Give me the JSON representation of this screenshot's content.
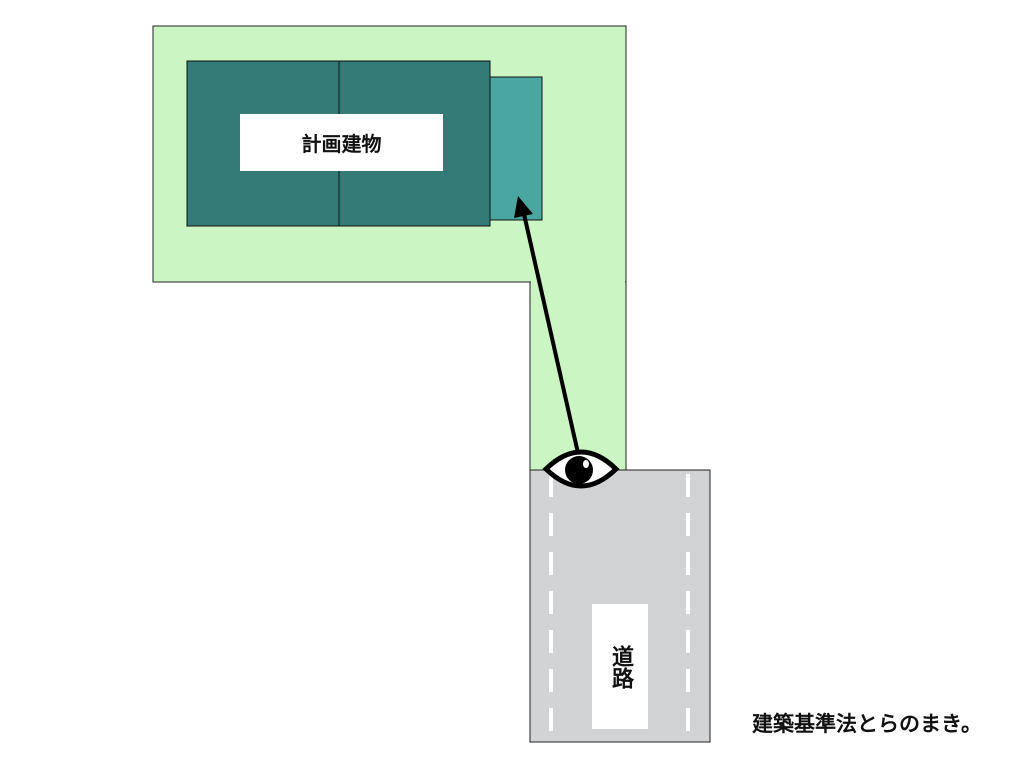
{
  "labels": {
    "building": "計画建物",
    "road": "道路",
    "caption": "建築基準法とらのまき。"
  },
  "colors": {
    "lot": "#ccf5c4",
    "building": "#347a76",
    "annex": "#4aa6a0",
    "road": "#d1d3d4"
  },
  "icons": [
    "eye-icon",
    "arrow-icon"
  ]
}
